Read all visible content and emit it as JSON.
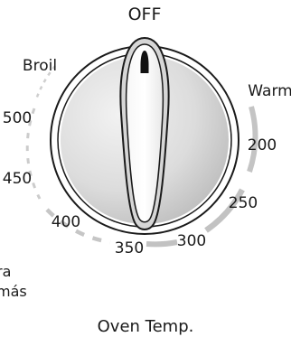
{
  "dial": {
    "title": "Oven Temp.",
    "labels": {
      "off": "OFF",
      "broil": "Broil",
      "warm": "Warm",
      "t500": "500",
      "t450": "450",
      "t400": "400",
      "t350": "350",
      "t300": "300",
      "t250": "250",
      "t200": "200"
    },
    "colors": {
      "outline": "#1a1a1a",
      "scale_arc": "#c8c8c8",
      "knob_face": "#e6e6e6",
      "handle_outer": "#d9d9d9",
      "pointer": "#111111"
    }
  },
  "side_text": {
    "line1": "ra",
    "line2": "más"
  }
}
